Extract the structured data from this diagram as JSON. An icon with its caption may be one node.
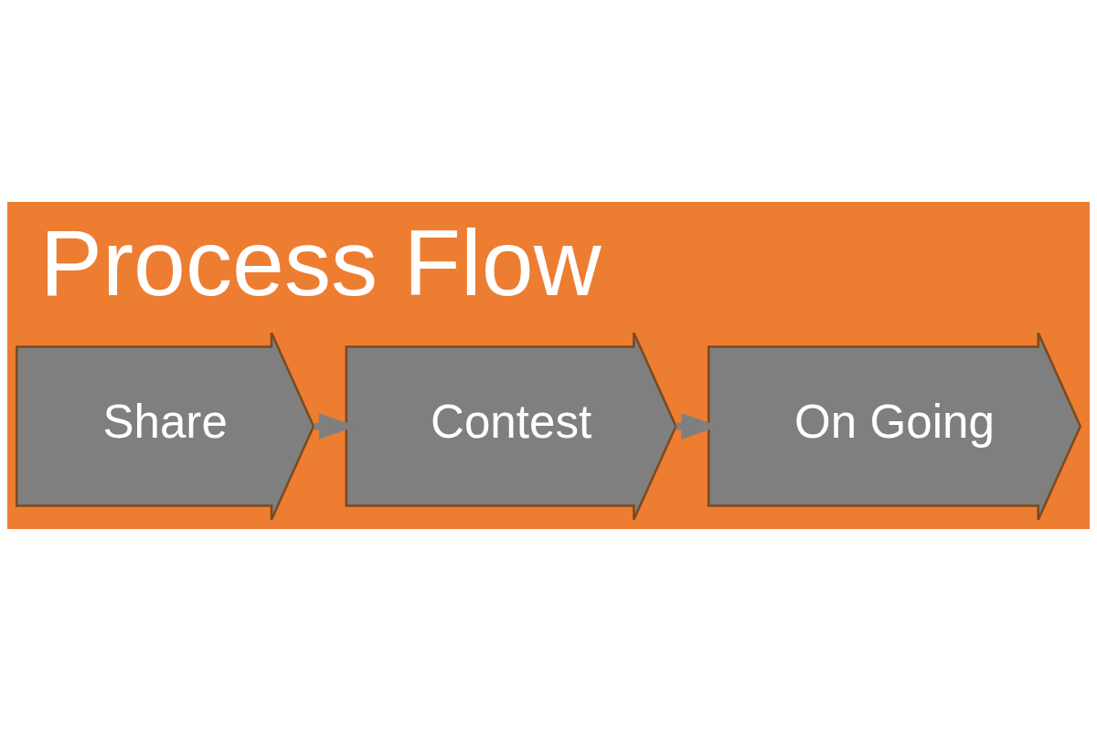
{
  "diagram": {
    "title": "Process Flow",
    "nodes": [
      {
        "text": [
          "Share"
        ]
      },
      {
        "text": [
          "Contest"
        ]
      },
      {
        "text": [
          "On Going"
        ]
      }
    ],
    "edges": [
      {
        "from": 0,
        "to": 1,
        "arrow": "to"
      },
      {
        "from": 1,
        "to": 2,
        "arrow": "to"
      }
    ]
  }
}
